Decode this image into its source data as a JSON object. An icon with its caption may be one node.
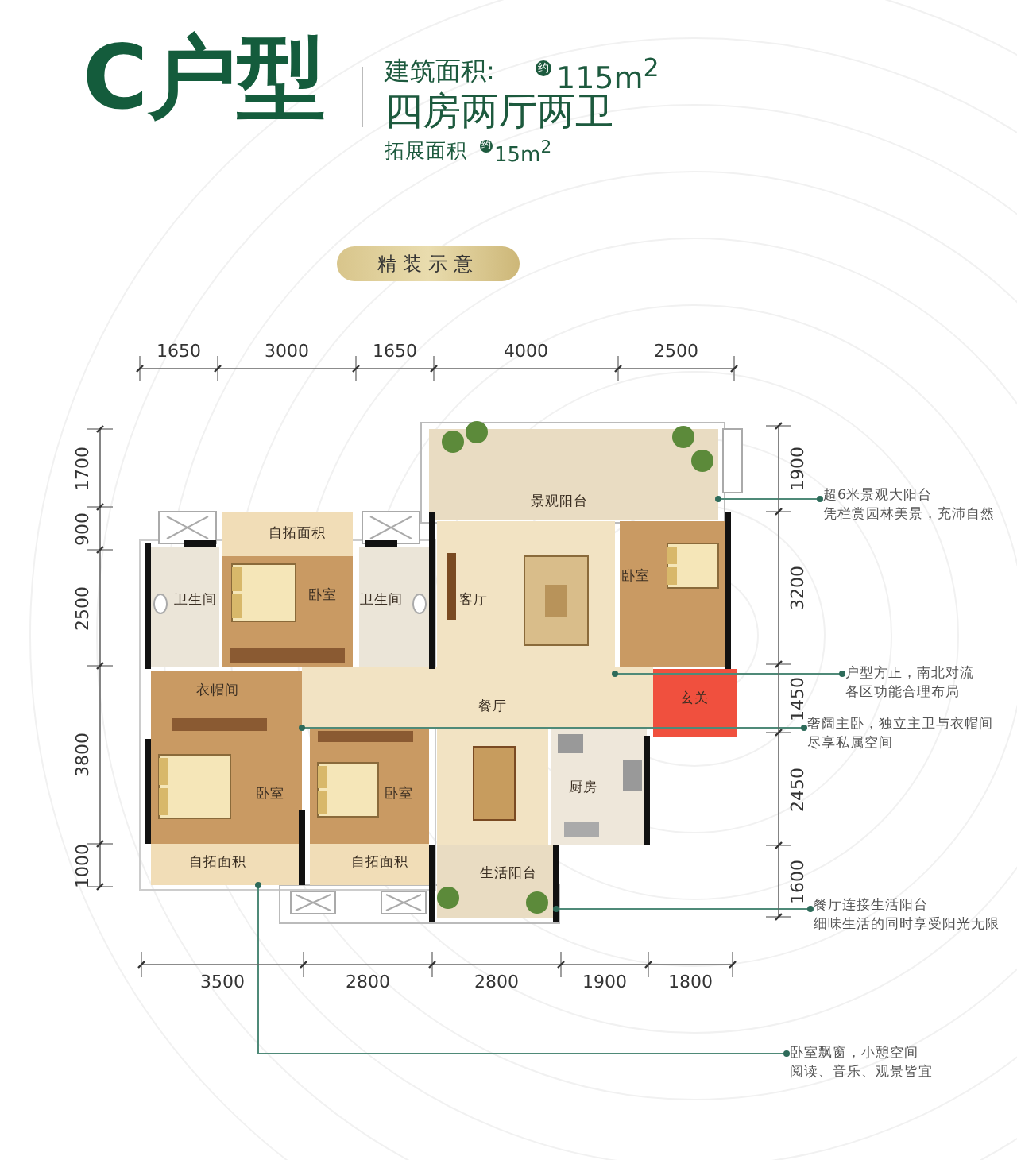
{
  "diagram": {
    "title": "C户型",
    "nodes": [
      {
        "text": [
          "精装示意"
        ]
      },
      {
        "text": [
          "景观阳台"
        ]
      },
      {
        "text": [
          "卫生间"
        ]
      },
      {
        "text": [
          "自拓面积"
        ]
      },
      {
        "text": [
          "卧室"
        ]
      },
      {
        "text": [
          "卫生间"
        ]
      },
      {
        "text": [
          "客厅"
        ]
      },
      {
        "text": [
          "卧室"
        ]
      },
      {
        "text": [
          "衣帽间"
        ]
      },
      {
        "text": [
          "餐厅"
        ]
      },
      {
        "text": [
          "玄关"
        ]
      },
      {
        "text": [
          "卧室"
        ]
      },
      {
        "text": [
          "卧室"
        ]
      },
      {
        "text": [
          "厨房"
        ]
      },
      {
        "text": [
          "自拓面积"
        ]
      },
      {
        "text": [
          "自拓面积"
        ]
      },
      {
        "text": [
          "生活阳台"
        ]
      },
      {
        "text": [
          "超6米景观大阳台",
          "凭栏赏园林美景，充沛自然"
        ]
      },
      {
        "text": [
          "户型方正，南北对流",
          "各区功能合理布局"
        ]
      },
      {
        "text": [
          "奢阔主卧，独立主卫与衣帽间",
          "尽享私属空间"
        ]
      },
      {
        "text": [
          "餐厅连接生活阳台",
          "细味生活的同时享受阳光无限"
        ]
      },
      {
        "text": [
          "卧室飘窗，小憩空间",
          "阅读、音乐、观景皆宜"
        ]
      }
    ],
    "edges": [
      {
        "from": 17,
        "to": 1,
        "arrow": "other"
      },
      {
        "from": 18,
        "to": 6,
        "arrow": "other"
      },
      {
        "from": 19,
        "to": 8,
        "arrow": "other"
      },
      {
        "from": 20,
        "to": 16,
        "arrow": "other"
      },
      {
        "from": 21,
        "to": 14,
        "arrow": "other"
      }
    ],
    "labels": [
      "建筑面积:",
      "约",
      "115m$^{2}$",
      "四房两厅两卫",
      "拓展面积",
      "约",
      "15m$^{2}$",
      "1650",
      "3000",
      "1650",
      "4000",
      "2500",
      "1700",
      "900",
      "2500",
      "3800",
      "1000",
      "1900",
      "3200",
      "1450",
      "2450",
      "1600",
      "3500",
      "2800",
      "2800",
      "1900",
      "1800"
    ]
  }
}
